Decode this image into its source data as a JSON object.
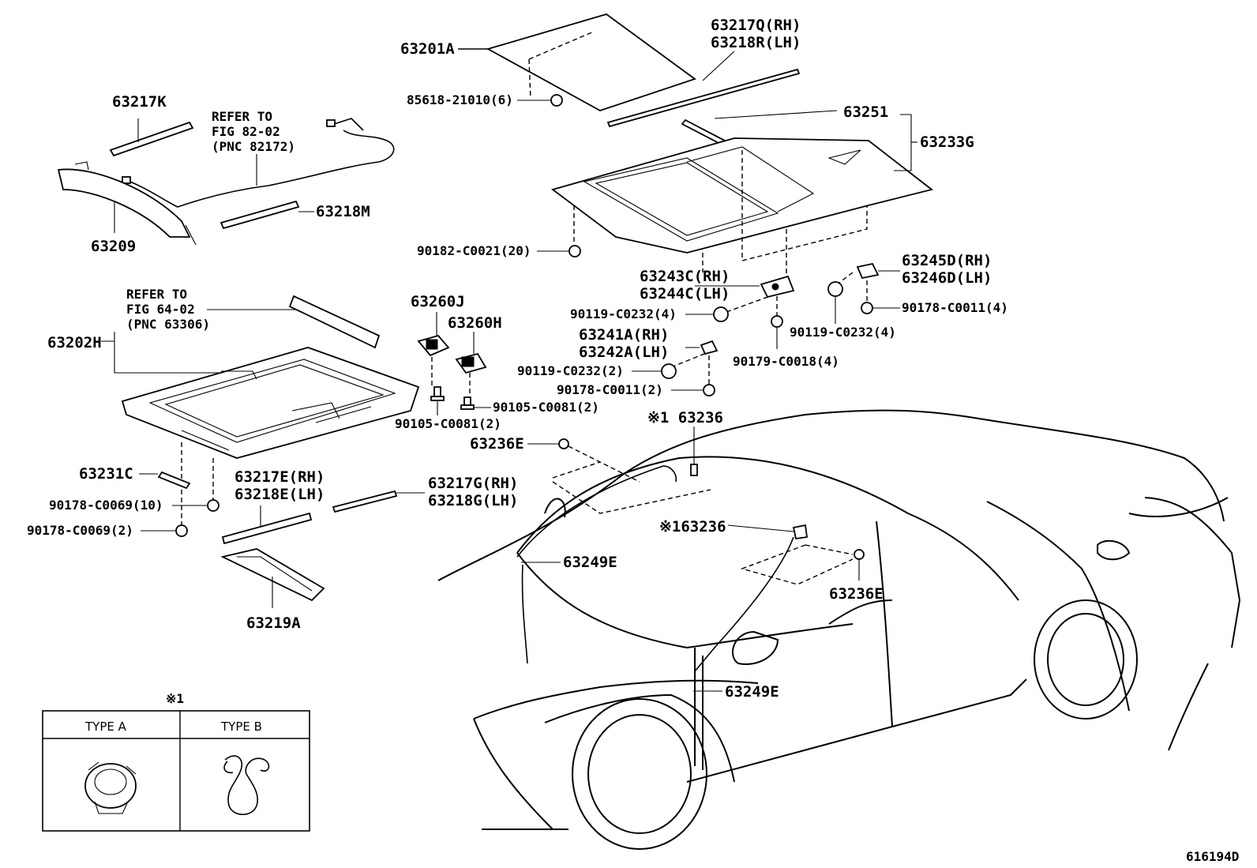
{
  "labels": {
    "p63201A": "63201A",
    "p85618": "85618-21010(6)",
    "p63217Q": "63217Q(RH)",
    "p63218R": "63218R(LH)",
    "p63251": "63251",
    "p63233G": "63233G",
    "p63217K": "63217K",
    "refer1_a": "REFER TO",
    "refer1_b": "FIG 82-02",
    "refer1_c": "(PNC 82172)",
    "p63218M": "63218M",
    "p63209": "63209",
    "p90182": "90182-C0021(20)",
    "p63245D": "63245D(RH)",
    "p63246D": "63246D(LH)",
    "p63243C": "63243C(RH)",
    "p63244C": "63244C(LH)",
    "p90119a": "90119-C0232(4)",
    "p90178a": "90178-C0011(4)",
    "p90119b": "90119-C0232(4)",
    "p63241A": "63241A(RH)",
    "p63242A": "63242A(LH)",
    "p90179": "90179-C0018(4)",
    "p90119c": "90119-C0232(2)",
    "p90178b": "90178-C0011(2)",
    "refer2_a": "REFER TO",
    "refer2_b": "FIG 64-02",
    "refer2_c": "(PNC 63306)",
    "p63202H": "63202H",
    "p63260J": "63260J",
    "p63260H": "63260H",
    "p90105a": "90105-C0081(2)",
    "p90105b": "90105-C0081(2)",
    "p63236top": "※1 63236",
    "p63236E_a": "63236E",
    "p63231C": "63231C",
    "p63217E": "63217E(RH)",
    "p63218E": "63218E(LH)",
    "p63217G": "63217G(RH)",
    "p63218G": "63218G(LH)",
    "p90178c": "90178-C0069(10)",
    "p90178d": "90178-C0069(2)",
    "p63236mid": "※163236",
    "p63249E_a": "63249E",
    "p63236E_b": "63236E",
    "p63219A": "63219A",
    "p63249E_b": "63249E",
    "figure_id": "616194D"
  },
  "legend": {
    "marker": "※1",
    "type_a": "TYPE A",
    "type_b": "TYPE B"
  }
}
